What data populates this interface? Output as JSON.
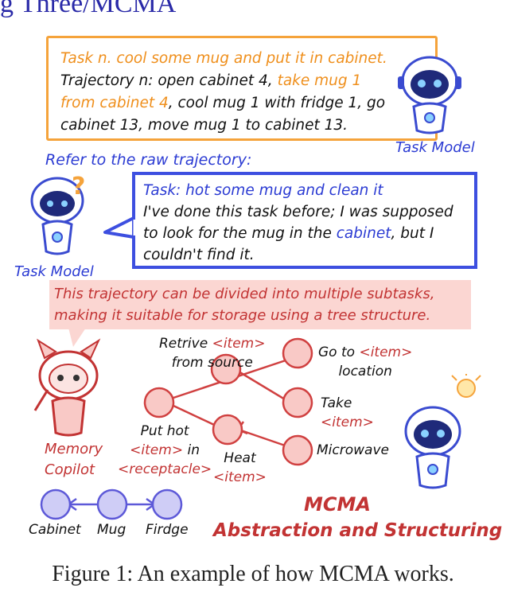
{
  "header": {
    "title_fragment": "g Three/MCMA"
  },
  "task_box": {
    "line1": "Task n. cool some mug and put it in cabinet.",
    "line2_a": "Trajectory n: open cabinet 4, ",
    "line2_b": "take mug 1",
    "line3_a": "from cabinet 4",
    "line3_b": ", cool mug 1 with fridge 1, go",
    "line4": "cabinet 13, move mug 1 to cabinet 13."
  },
  "task_model_label_1": "Task Model",
  "refer_text": "Refer to the raw trajectory:",
  "speech_box": {
    "line1": "Task: hot some mug and clean it",
    "line2": "I've done this task before; I was supposed",
    "line3_a": "to look for the mug in the ",
    "line3_b": "cabinet",
    "line3_c": ", but I",
    "line4": "couldn't find it."
  },
  "task_model_label_2": "Task Model",
  "copilot_box": {
    "line1": "This trajectory can be divided into multiple subtasks,",
    "line2": "making it suitable for storage using a tree structure."
  },
  "memory_copilot": {
    "line1": "Memory",
    "line2": "Copilot"
  },
  "tree": {
    "retrive_a": "Retrive ",
    "retrive_item": "<item>",
    "retrive_b": "from source",
    "goto_a": "Go to ",
    "goto_item": "<item>",
    "goto_b": "location",
    "take_a": "Take",
    "take_item": "<item>",
    "puthot_a": "Put hot",
    "puthot_item": "<item>",
    "puthot_in": " in",
    "puthot_rec": "<receptacle>",
    "heat_a": "Heat",
    "heat_item": "<item>",
    "microwave": "Microwave"
  },
  "graph": {
    "cabinet": "Cabinet",
    "mug": "Mug",
    "fridge": "Firdge"
  },
  "mcma_title": "MCMA",
  "mcma_subtitle": "Abstraction and Structuring",
  "figure_caption": "Figure 1: An example of how MCMA works.",
  "colors": {
    "orange": "#ef8f1c",
    "blue": "#2b3bd3",
    "red": "#c23333",
    "pink_node": "#f9c9c6",
    "purple_node": "#cfcdf6"
  }
}
